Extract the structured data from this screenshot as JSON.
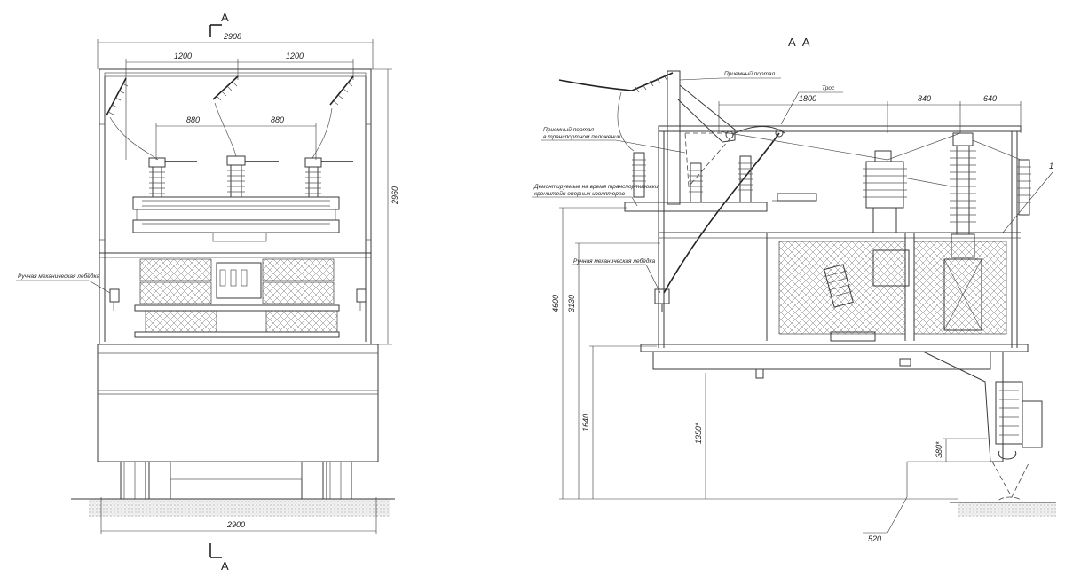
{
  "section_marks": {
    "a_top": "A",
    "a_bottom": "A",
    "section_title": "A–A"
  },
  "dims_front": {
    "overall_top": "2908",
    "span_left": "1200",
    "span_right": "1200",
    "inner_left": "880",
    "inner_right": "880",
    "height_right": "2960",
    "overall_bottom": "2900"
  },
  "labels_front": {
    "winch": "Ручная механическая лебёдка"
  },
  "dims_side": {
    "d1800": "1800",
    "d840": "840",
    "d640": "640",
    "h4600": "4600",
    "h3130": "3130",
    "h1640": "1640",
    "h1350": "1350*",
    "h380": "380*",
    "w520": "520",
    "callout_1": "1"
  },
  "labels_side": {
    "receiving_portal": "Приемный портал",
    "cable": "Трос",
    "portal_transport_1": "Приемный портал",
    "portal_transport_2": "в транспортном положении",
    "dismantle_1": "Демонтируемые на время транспортировки",
    "dismantle_2": "кронштейн опорных изоляторов",
    "winch": "Ручная механическая лебёдка"
  }
}
